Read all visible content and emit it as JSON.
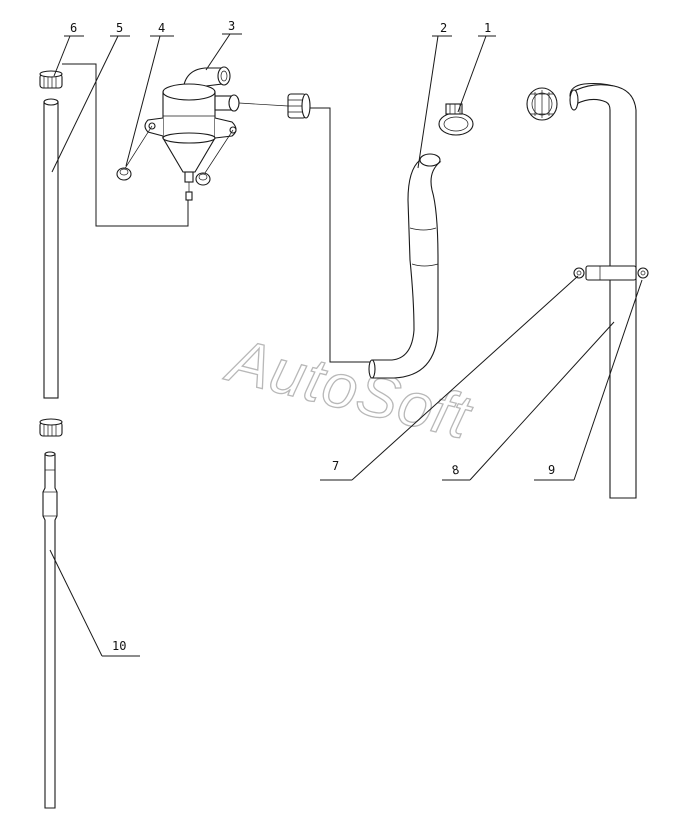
{
  "watermark": {
    "text": "AutoSoft"
  },
  "callouts": [
    {
      "id": "1",
      "label": "1"
    },
    {
      "id": "2",
      "label": "2"
    },
    {
      "id": "3",
      "label": "3"
    },
    {
      "id": "4",
      "label": "4"
    },
    {
      "id": "5",
      "label": "5"
    },
    {
      "id": "6",
      "label": "6"
    },
    {
      "id": "7",
      "label": "7"
    },
    {
      "id": "8",
      "label": "8"
    },
    {
      "id": "9",
      "label": "9"
    },
    {
      "id": "10",
      "label": "10"
    }
  ]
}
